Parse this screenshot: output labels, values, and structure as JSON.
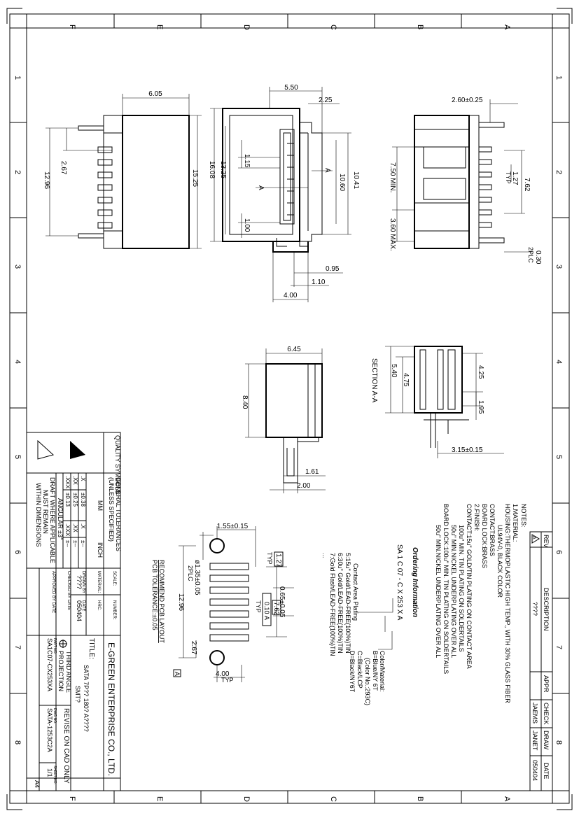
{
  "zones_horizontal": [
    "F",
    "E",
    "D",
    "C",
    "B",
    "A"
  ],
  "zones_vertical": [
    "1",
    "2",
    "3",
    "4",
    "5",
    "6",
    "7",
    "8"
  ],
  "dims": {
    "top_width": "6.05",
    "top_h1": "2.67",
    "top_h2": "12.96",
    "top_h3": "15.25",
    "front_w": "5.50",
    "front_w2": "2.25",
    "front_h1": "16.08",
    "front_h2": "13.25",
    "front_h3": "1.15",
    "front_h4": "10.41",
    "front_h5": "10.60",
    "front_h6": "1.00",
    "front_b1": "0.95",
    "front_b2": "1.10",
    "front_b3": "4.00",
    "section_a_top": "A",
    "section_a_side": "A",
    "side_w": "2.60±0.25",
    "side_h1": "7.50 MIN.",
    "side_h2": "3.60 MAX.",
    "side_pitch": "1.27",
    "side_pitch_typ": "TYP",
    "side_h3": "7.62",
    "side_pin": "0.30",
    "side_pin_2plc": "2PLC",
    "end_w": "6.45",
    "end_h": "8.40",
    "end_b1": "1.61",
    "end_b2": "2.00",
    "sec_h1": "5.40",
    "sec_h2": "4.75",
    "sec_h3": "4.25",
    "sec_h4": "1.95",
    "sec_w": "3.15±0.15",
    "section_label": "SECTION A-A"
  },
  "notes": {
    "heading": "NOTES:",
    "lines": [
      "1.MATERIAL:",
      "HOUSING:THERMOPLASTIC HIGH TEMP., WITH 30% GLASS FIBER",
      "UL94V-0, BLACK COLOR",
      "CONTACT:BRASS",
      "BOARD LOCK:BRASS",
      "2.FINISH:",
      "CONTACT:15u\" GOLD/TIN PLATING ON CONTACT AREA",
      "100u\" MIN. TIN PLATING ON SOLDERTAILS",
      "50u\" MIN.NICKEL UNDERPLATING OVER ALL",
      "BOARD LOCK:100u\" MIN. TIN PLATING ON SOLDERTAILS",
      "50u\" MIN.NICKEL UNDERPLATING OVER ALL"
    ]
  },
  "ordering": {
    "title": "Ordering Information",
    "part": "SA 1 C 07 - C X 253 X A",
    "color_title": "Color/Material:",
    "colors": [
      "B=Blue/NY 6T",
      "(Color No.:293C)",
      "C=Black/LCP",
      "D=Black/NY6T"
    ],
    "plating_title": "Contact Area Plating",
    "plating": [
      "5:15u\" Gold/LEAD-FREE(100%)TIN",
      "6:30u\" Gold/LEAD-FREE(100%)TIN",
      "7:Gold Flash/LEAD-FREE(100%)TIN",
      "..."
    ]
  },
  "pcb": {
    "d1": "1.55±0.15",
    "d2": "1.27",
    "d2_typ": "TYP",
    "d3": "ø1.35±0.05",
    "d3_2plc": "2PLC",
    "d4": "0.65±0.05",
    "d5": "7.62",
    "d6": "0.10",
    "d6_ref": "A",
    "d6_typ": "TYP",
    "d7": "12.96",
    "d8": "2.67",
    "d9": "4.00",
    "d9_typ": "TYP",
    "datum": "A",
    "title1": "RECOMMEND PCB LAYOUT",
    "title2": "PCB TOLERANCE:±0.05"
  },
  "revision": {
    "headers": [
      "REV",
      "DESCRIPTION",
      "APPR",
      "CHECK",
      "DRAW",
      "DATE"
    ],
    "rev": "A",
    "description": "????",
    "appr": "",
    "check": "JAEMS",
    "draw": "JANET",
    "date": "050404"
  },
  "title_block": {
    "quality": "QUALITY SYMBOLS",
    "tol_title1": "GENERAL TOLERANCES",
    "tol_title2": "(UNLESS SPECIFIED)",
    "tol_mm": "MM",
    "tol_inch": "INCH",
    "tol_rows": [
      [
        ".X",
        "±0.38",
        ".X",
        "±--"
      ],
      [
        ".XX",
        "±0.25",
        ".XX",
        "±--"
      ],
      [
        ".XXX",
        "±0.13",
        ".XXX",
        "±--"
      ]
    ],
    "angular": "ANGULAR ±3°",
    "draft1": "DRAFT WHERE APPLICABLE",
    "draft2": "MUST REMAIN",
    "draft3": "WITHIN DIMENSIONS",
    "scale_label": "SCALE:",
    "number_label": "NUMBER:",
    "material_label": "MATERIAL:",
    "hrc_label": "HRC.",
    "drawn_label": "DRAWN BY",
    "drawn_by": "????",
    "date_label": "DATE",
    "date": "050404",
    "checked_label": "CHECKED BY DATE",
    "approved_label": "APPROVED BY DATE",
    "company": "E-GREEN ENTERPRISE CO., LTD.",
    "title_label": "TITLE:",
    "title_line1": "SATA 7P?? 180? A????",
    "title_line2": "SMT?",
    "projection1": "THIRD ANGLE",
    "projection2": "PROJECTION",
    "revise": "REVISE ON CAD ONLY",
    "part_no_label": "PART NO.",
    "part_no": "SA1C07-CX253XA",
    "dwg_no_label": "DWG NO.",
    "dwg_no": "SATA-1253C2A",
    "sheet_label": "SHEET NO.",
    "sheet": "1/1",
    "size": "A4"
  }
}
